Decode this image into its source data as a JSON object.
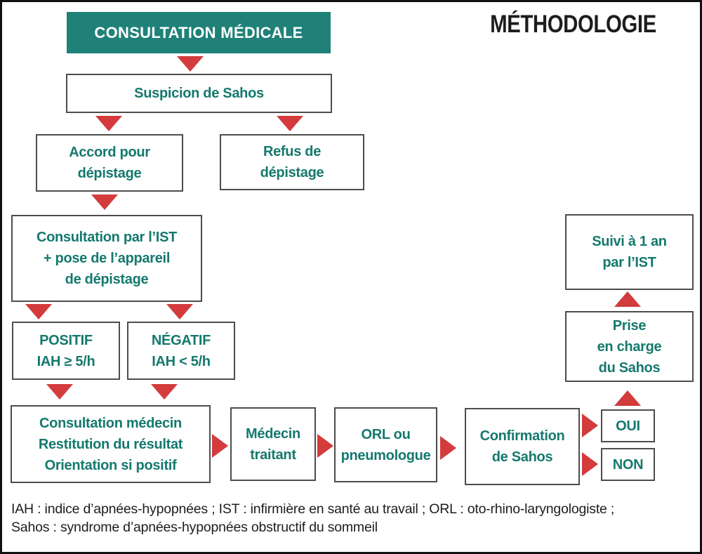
{
  "title": "MÉTHODOLOGIE",
  "colors": {
    "teal_fill": "#1F8177",
    "teal_text": "#14796E",
    "arrow_red": "#D33B3C",
    "box_border": "#4D4D4D",
    "ink": "#1D1D1B"
  },
  "nodes": {
    "consultation_medicale": "CONSULTATION MÉDICALE",
    "suspicion": "Suspicion de Sahos",
    "accord_depistage": "Accord pour\ndépistage",
    "refus_depistage": "Refus de\ndépistage",
    "consultation_ist": "Consultation par l’IST\n+ pose de l’appareil\nde dépistage",
    "positif": "POSITIF\nIAH ≥ 5/h",
    "negatif": "NÉGATIF\nIAH < 5/h",
    "consultation_medecin": "Consultation médecin\nRestitution du résultat\nOrientation si positif",
    "medecin_traitant": "Médecin\ntraitant",
    "orl_pneumologue": "ORL ou\npneumologue",
    "confirmation_sahos": "Confirmation\nde Sahos",
    "oui": "OUI",
    "non": "NON",
    "prise_en_charge": "Prise\nen charge\ndu Sahos",
    "suivi_1_an": "Suivi à 1 an\npar l’IST"
  },
  "footnote": {
    "line1": "IAH : indice d’apnées-hypopnées ; IST : infirmière en santé au travail ; ORL : oto-rhino-laryngologiste ;",
    "line2": "Sahos : syndrome d’apnées-hypopnées obstructif du sommeil"
  }
}
